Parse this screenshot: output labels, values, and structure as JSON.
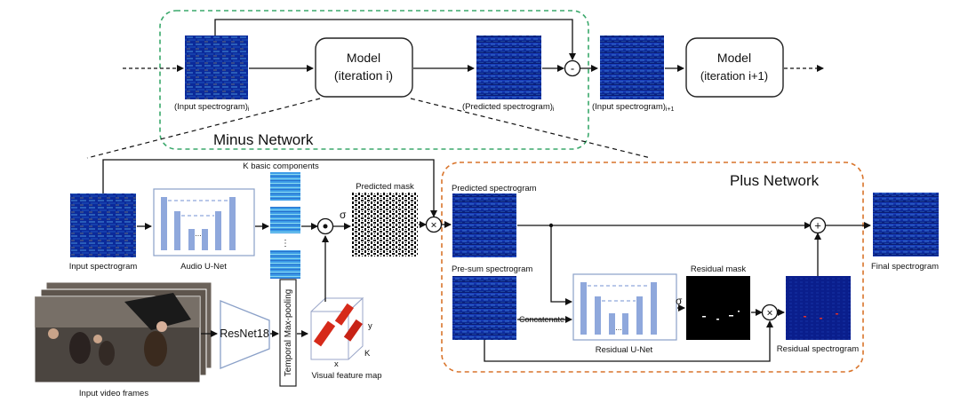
{
  "minus_network": {
    "label": "Minus Network"
  },
  "plus_network": {
    "label": "Plus Network"
  },
  "top_row": {
    "model_i": [
      "Model",
      "(iteration i)"
    ],
    "model_i1": [
      "Model",
      "(iteration i+1)"
    ],
    "input_spec_label": "(Input spectrogram)",
    "input_spec_sub": "i",
    "pred_spec_label": "(Predicted spectrogram)",
    "pred_spec_sub": "i",
    "next_input_label": "(Input spectrogram)",
    "next_input_sub": "i+1",
    "minus_symbol": "-"
  },
  "bottom_row": {
    "input_spectrogram": "Input spectrogram",
    "audio_unet": "Audio U-Net",
    "k_basic_components": "K basic components",
    "sigma": "σ",
    "predicted_mask": "Predicted mask",
    "input_video_frames": "Input video frames",
    "resnet18": "ResNet18",
    "temporal_maxpool": "Temporal Max-pooling",
    "visual_feature_map": "Visual feature map",
    "axis_x": "x",
    "axis_y": "y",
    "axis_k": "K",
    "unet_dots": "...",
    "component_dots": "⋮"
  },
  "plus_section": {
    "predicted_spectrogram": "Predicted spectrogram",
    "presum_spectrogram": "Pre-sum spectrogram",
    "concatenate": "Concatenate",
    "residual_unet": "Residual U-Net",
    "residual_mask": "Residual mask",
    "residual_spectrogram": "Residual spectrogram",
    "final_spectrogram": "Final spectrogram",
    "sigma": "σ",
    "plus_symbol": "+",
    "times_symbol": "×"
  },
  "colors": {
    "spectrogram_dark": "#0a1a6e",
    "spectrogram_mid": "#1f5fd6",
    "minus_border": "#3aa86b",
    "plus_border": "#d9742b",
    "unet_bar": "#8fa8dc",
    "feature_red": "#d62a1a"
  }
}
